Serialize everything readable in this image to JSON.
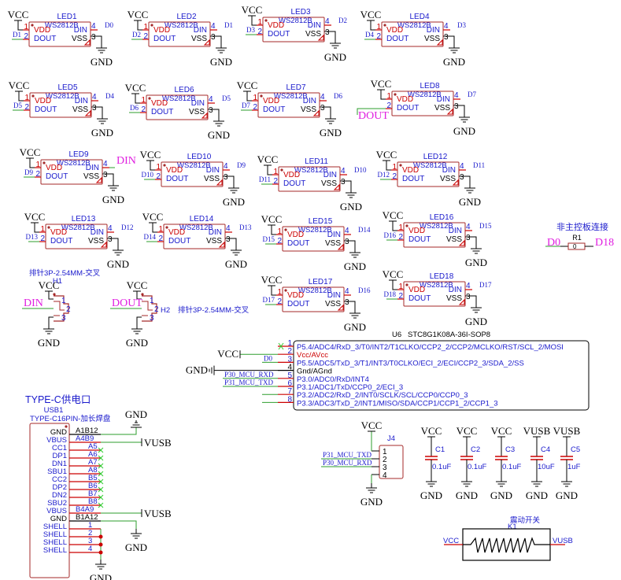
{
  "colors": {
    "part_outline": "#a52a2a",
    "pin_red": "#cc0000",
    "wire": "#2e9e2e",
    "label_blue": "#1a1acc",
    "netport_magenta": "#e020e0",
    "text_black": "#000000",
    "noconnect": "#33cc33",
    "junction": "#cc0000"
  },
  "power_labels": {
    "vcc": "VCC",
    "gnd": "GND",
    "vusb": "VUSB"
  },
  "led_common": {
    "part": "WS2812B",
    "pin_vdd": "VDD",
    "pin_dout": "DOUT",
    "pin_din": "DIN",
    "pin_vss": "VSS",
    "pin1": "1",
    "pin2": "2",
    "pin3": "3",
    "pin4": "4"
  },
  "leds": [
    {
      "ref": "LED1",
      "din_net": "D0",
      "dout_net": "D1"
    },
    {
      "ref": "LED2",
      "din_net": "D1",
      "dout_net": "D2"
    },
    {
      "ref": "LED3",
      "din_net": "D2",
      "dout_net": "D3"
    },
    {
      "ref": "LED4",
      "din_net": "D3",
      "dout_net": "D4"
    },
    {
      "ref": "LED5",
      "din_net": "D4",
      "dout_net": "D5"
    },
    {
      "ref": "LED6",
      "din_net": "D5",
      "dout_net": "D6"
    },
    {
      "ref": "LED7",
      "din_net": "D6",
      "dout_net": "D7"
    },
    {
      "ref": "LED8",
      "din_net": "D7",
      "dout_net": "DOUT"
    },
    {
      "ref": "LED9",
      "din_net": "DIN",
      "dout_net": "D9"
    },
    {
      "ref": "LED10",
      "din_net": "D9",
      "dout_net": "D10"
    },
    {
      "ref": "LED11",
      "din_net": "D10",
      "dout_net": "D11"
    },
    {
      "ref": "LED12",
      "din_net": "D11",
      "dout_net": "D12"
    },
    {
      "ref": "LED13",
      "din_net": "D12",
      "dout_net": "D13"
    },
    {
      "ref": "LED14",
      "din_net": "D13",
      "dout_net": "D14"
    },
    {
      "ref": "LED15",
      "din_net": "D14",
      "dout_net": "D15"
    },
    {
      "ref": "LED16",
      "din_net": "D15",
      "dout_net": "D16"
    },
    {
      "ref": "LED17",
      "din_net": "D16",
      "dout_net": "D17"
    },
    {
      "ref": "LED18",
      "din_net": "D17",
      "dout_net": "D18"
    }
  ],
  "r1": {
    "title": "非主控板连接",
    "ref": "R1",
    "value": "0",
    "left_net": "D0",
    "right_net": "D18"
  },
  "headers": {
    "h1": {
      "ref": "H1",
      "desc": "排针3P-2.54MM-交叉",
      "net": "DIN",
      "pins": [
        "1",
        "2",
        "3"
      ]
    },
    "h2": {
      "ref": "H2",
      "desc": "排针3P-2.54MM-交叉",
      "net": "DOUT",
      "pins": [
        "1",
        "2",
        "3"
      ]
    }
  },
  "mcu": {
    "ref": "U6",
    "part": "STC8G1K08A-36I-SOP8",
    "pins": [
      {
        "num": "1",
        "name": "P5.4/ADC4/RxD_3/T0/INT2/T1CLKO/CCP2_2/CCP2/MCLKO/RST/SCL_2/MOSI",
        "net": ""
      },
      {
        "num": "2",
        "name": "Vcc/AVcc",
        "net": "VCC"
      },
      {
        "num": "3",
        "name": "P5.5/ADC5/TxD_3/T1/INT3/T0CLKO/ECI_2/ECI/CCP2_3/SDA_2/SS",
        "net": "D0"
      },
      {
        "num": "4",
        "name": "Gnd/AGnd",
        "net": "GND"
      },
      {
        "num": "5",
        "name": "P3.0/ADC0/RxD/INT4",
        "net": "P30_MCU_RXD"
      },
      {
        "num": "6",
        "name": "P3.1/ADC1/TxD/CCP0_2/ECI_3",
        "net": "P31_MCU_TXD"
      },
      {
        "num": "7",
        "name": "P3.2/ADC2/RxD_2/INT0/SCLK/SCL/CCP0/CCP0_3",
        "net": ""
      },
      {
        "num": "8",
        "name": "P3.3/ADC3/TxD_2/INT1/MISO/SDA/CCP1/CCP1_2/CCP1_3",
        "net": ""
      }
    ]
  },
  "usb": {
    "section_title": "TYPE-C供电口",
    "ref": "USB1",
    "part": "TYPE-C16PIN-加长焊盘",
    "pins": [
      {
        "name": "GND",
        "num": "A1B12",
        "net": "GND"
      },
      {
        "name": "VBUS",
        "num": "A4B9",
        "net": "VUSB"
      },
      {
        "name": "CC1",
        "num": "A5",
        "net": ""
      },
      {
        "name": "DP1",
        "num": "A6",
        "net": ""
      },
      {
        "name": "DN1",
        "num": "A7",
        "net": ""
      },
      {
        "name": "SBU1",
        "num": "A8",
        "net": ""
      },
      {
        "name": "CC2",
        "num": "B5",
        "net": ""
      },
      {
        "name": "DP2",
        "num": "B6",
        "net": ""
      },
      {
        "name": "DN2",
        "num": "B7",
        "net": ""
      },
      {
        "name": "SBU2",
        "num": "B8",
        "net": ""
      },
      {
        "name": "VBUS",
        "num": "B4A9",
        "net": "VUSB"
      },
      {
        "name": "GND",
        "num": "B1A12",
        "net": "GND"
      },
      {
        "name": "SHELL",
        "num": "1",
        "net": "GND"
      },
      {
        "name": "SHELL",
        "num": "2",
        "net": "GND"
      },
      {
        "name": "SHELL",
        "num": "3",
        "net": "GND"
      },
      {
        "name": "SHELL",
        "num": "4",
        "net": "GND"
      }
    ]
  },
  "j4": {
    "ref": "J4",
    "pins": [
      {
        "num": "1",
        "net": "VCC"
      },
      {
        "num": "2",
        "net": "P31_MCU_TXD"
      },
      {
        "num": "3",
        "net": "P30_MCU_RXD"
      },
      {
        "num": "4",
        "net": "GND"
      }
    ]
  },
  "caps": [
    {
      "ref": "C1",
      "value": "0.1uF",
      "power": "VCC"
    },
    {
      "ref": "C2",
      "value": "0.1uF",
      "power": "VCC"
    },
    {
      "ref": "C3",
      "value": "0.1uF",
      "power": "VCC"
    },
    {
      "ref": "C4",
      "value": "10uF",
      "power": "VUSB"
    },
    {
      "ref": "C5",
      "value": "1uF",
      "power": "VUSB"
    }
  ],
  "k1": {
    "title": "震动开关",
    "ref": "K1",
    "left_net": "VCC",
    "right_net": "VUSB"
  }
}
